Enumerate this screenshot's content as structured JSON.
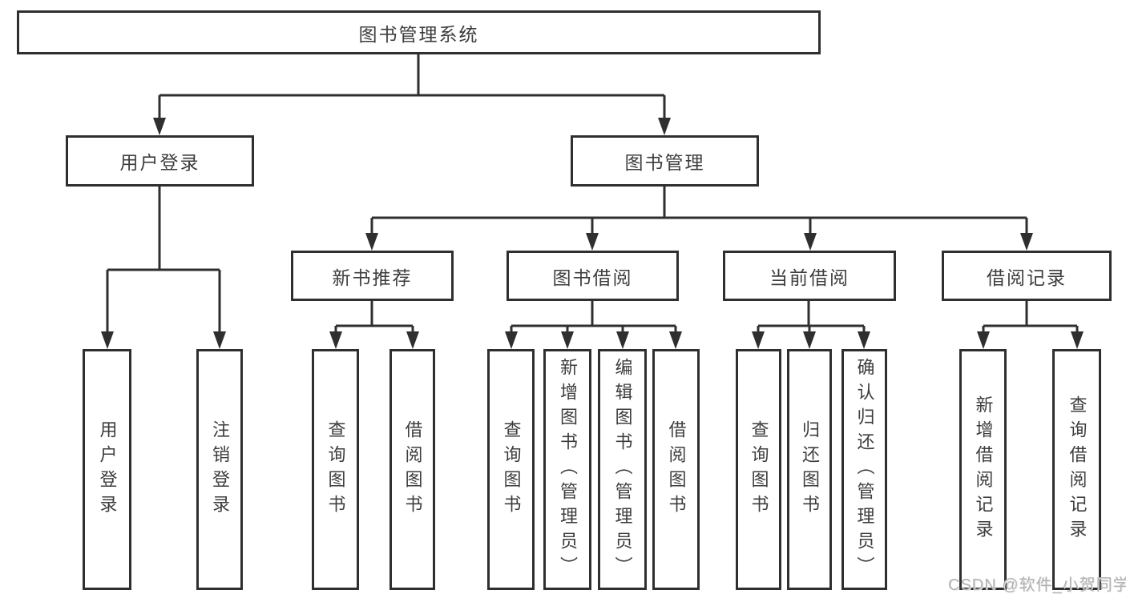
{
  "nodes": {
    "root": "图书管理系统",
    "user_login": "用户登录",
    "book_mgmt": "图书管理",
    "login": "用户登录",
    "logout": "注销登录",
    "new_book_rec": "新书推荐",
    "book_borrow": "图书借阅",
    "current_borrow": "当前借阅",
    "borrow_records": "借阅记录",
    "nb_query_book": "查询图书",
    "nb_borrow_book": "借阅图书",
    "bb_query_book": "查询图书",
    "bb_add_book": "新增图书（管理员）",
    "bb_edit_book": "编辑图书（管理员）",
    "bb_borrow_book": "借阅图书",
    "cb_query_book": "查询图书",
    "cb_return_book": "归还图书",
    "cb_confirm_return": "确认归还（管理员）",
    "br_add_record": "新增借阅记录",
    "br_query_record": "查询借阅记录"
  },
  "hierarchy": {
    "图书管理系统": {
      "用户登录": [
        "用户登录",
        "注销登录"
      ],
      "图书管理": {
        "新书推荐": [
          "查询图书",
          "借阅图书"
        ],
        "图书借阅": [
          "查询图书",
          "新增图书（管理员）",
          "编辑图书（管理员）",
          "借阅图书"
        ],
        "当前借阅": [
          "查询图书",
          "归还图书",
          "确认归还（管理员）"
        ],
        "借阅记录": [
          "新增借阅记录",
          "查询借阅记录"
        ]
      }
    }
  },
  "watermark": "CSDN @软件_小贺同学",
  "colors": {
    "line": "#2f2f2f",
    "text": "#3d3d3d",
    "background": "#ffffff",
    "watermark": "#b2b2b2"
  }
}
